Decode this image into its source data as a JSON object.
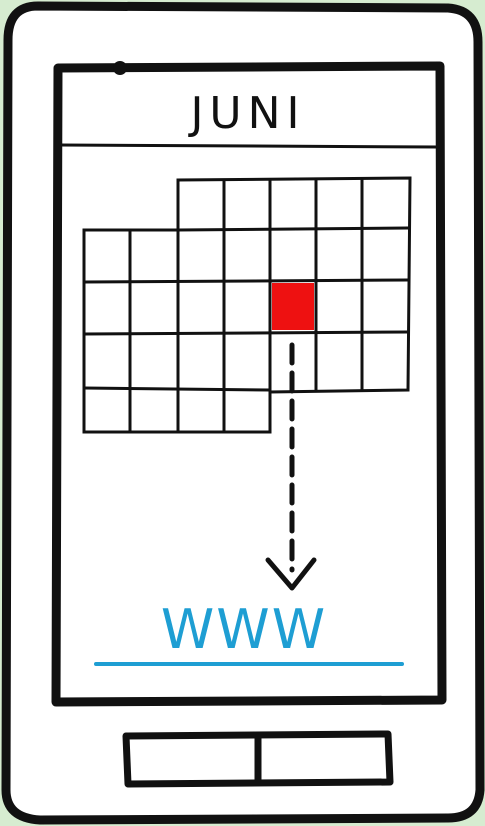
{
  "calendar": {
    "month": "JUNI",
    "highlight_color": "#ee1111"
  },
  "link": {
    "text": "WWW",
    "color": "#1e9ed3"
  },
  "colors": {
    "background": "#d6ecd0",
    "ink": "#111111",
    "screen": "#ffffff"
  },
  "icons": {
    "arrow": "dashed-down-arrow",
    "home": "home-button"
  }
}
